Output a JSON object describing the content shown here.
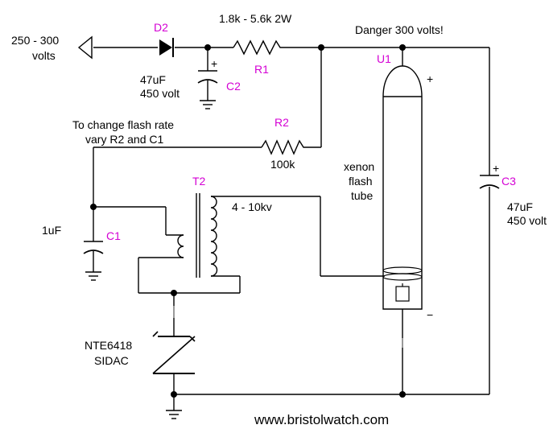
{
  "input": {
    "voltage_line1": "250 - 300",
    "voltage_line2": "volts"
  },
  "d2": {
    "ref": "D2"
  },
  "r1": {
    "ref": "R1",
    "value": "1.8k - 5.6k 2W"
  },
  "c2": {
    "ref": "C2",
    "value_line1": "47uF",
    "value_line2": "450 volt",
    "polarity": "+"
  },
  "danger": {
    "text": "Danger 300 volts!"
  },
  "u1": {
    "ref": "U1",
    "plus": "+",
    "minus": "−",
    "label_line1": "xenon",
    "label_line2": "flash",
    "label_line3": "tube"
  },
  "note": {
    "line1": "To change flash rate",
    "line2": "vary R2 and C1"
  },
  "r2": {
    "ref": "R2",
    "value": "100k"
  },
  "t2": {
    "ref": "T2",
    "value": "4 - 10kv"
  },
  "c1": {
    "ref": "C1",
    "value": "1uF"
  },
  "c3": {
    "ref": "C3",
    "value_line1": "47uF",
    "value_line2": "450 volt",
    "polarity": "+"
  },
  "sidac": {
    "line1": "NTE6418",
    "line2": "SIDAC"
  },
  "footer": {
    "url": "www.bristolwatch.com"
  },
  "colors": {
    "reference_labels": "#d400d4",
    "lines": "#000000"
  }
}
